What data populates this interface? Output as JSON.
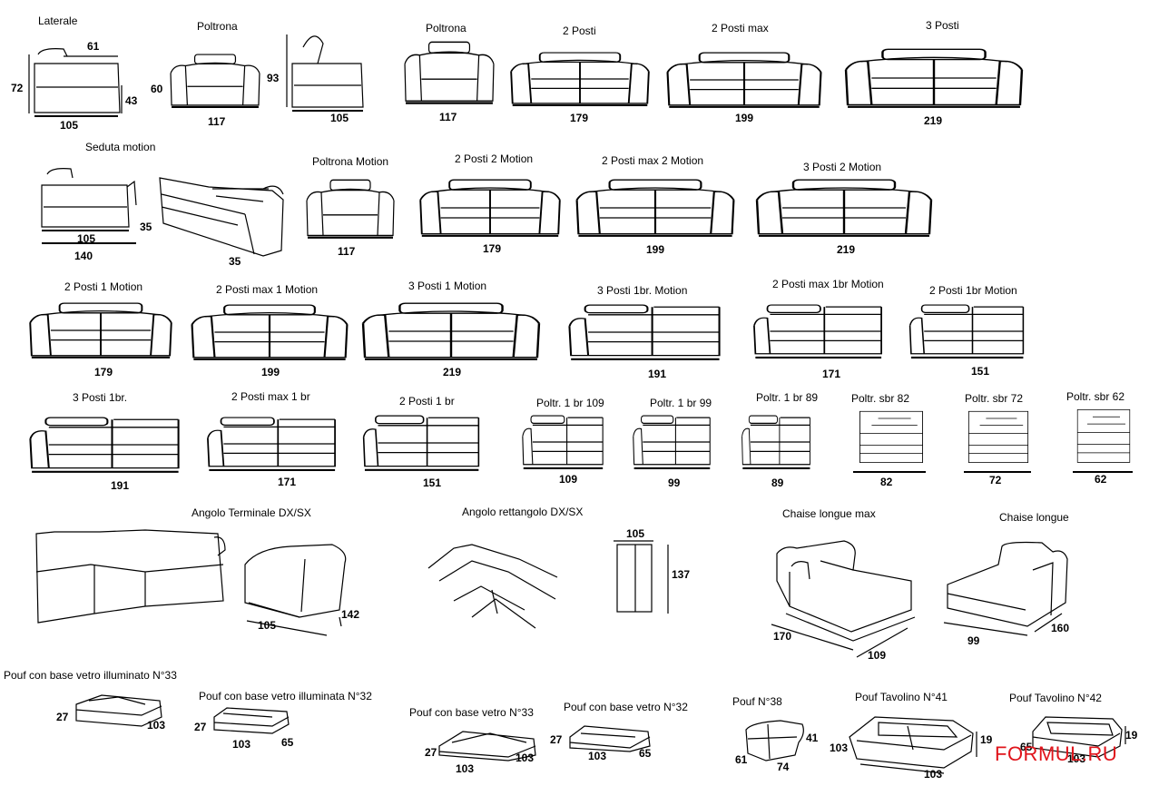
{
  "labels": [
    {
      "key": "laterale",
      "text": "Laterale"
    },
    {
      "key": "poltrona1",
      "text": "Poltrona"
    },
    {
      "key": "poltrona2",
      "text": "Poltrona"
    },
    {
      "key": "2posti",
      "text": "2 Posti"
    },
    {
      "key": "2postimax",
      "text": "2 Posti max"
    },
    {
      "key": "3posti",
      "text": "3 Posti"
    },
    {
      "key": "sedutamotion",
      "text": "Seduta motion"
    },
    {
      "key": "poltronamotion",
      "text": "Poltrona Motion"
    },
    {
      "key": "2p2m",
      "text": "2 Posti 2 Motion"
    },
    {
      "key": "2pm2m",
      "text": "2 Posti max 2 Motion"
    },
    {
      "key": "3p2m",
      "text": "3 Posti 2 Motion"
    },
    {
      "key": "2p1m",
      "text": "2 Posti 1 Motion"
    },
    {
      "key": "2pm1m",
      "text": "2 Posti max 1 Motion"
    },
    {
      "key": "3p1m",
      "text": "3 Posti 1 Motion"
    },
    {
      "key": "3p1brm",
      "text": "3 Posti 1br. Motion"
    },
    {
      "key": "2pm1brm",
      "text": "2 Posti max 1br Motion"
    },
    {
      "key": "2p1brm",
      "text": "2 Posti 1br Motion"
    },
    {
      "key": "3p1br",
      "text": "3 Posti 1br."
    },
    {
      "key": "2pm1br",
      "text": "2 Posti max 1 br"
    },
    {
      "key": "2p1br",
      "text": "2 Posti 1 br"
    },
    {
      "key": "p1br109",
      "text": "Poltr. 1 br 109"
    },
    {
      "key": "p1br99",
      "text": "Poltr. 1 br 99"
    },
    {
      "key": "p1br89",
      "text": "Poltr. 1 br 89"
    },
    {
      "key": "psbr82",
      "text": "Poltr. sbr 82"
    },
    {
      "key": "psbr72",
      "text": "Poltr. sbr 72"
    },
    {
      "key": "psbr62",
      "text": "Poltr. sbr 62"
    },
    {
      "key": "angterm",
      "text": "Angolo Terminale DX/SX"
    },
    {
      "key": "angrett",
      "text": "Angolo rettangolo DX/SX"
    },
    {
      "key": "chaisemax",
      "text": "Chaise longue max"
    },
    {
      "key": "chaise",
      "text": "Chaise longue"
    },
    {
      "key": "pouf33il",
      "text": "Pouf con base vetro illuminato N°33"
    },
    {
      "key": "pouf32il",
      "text": "Pouf  con  base vetro illuminata N°32"
    },
    {
      "key": "pouf33",
      "text": "Pouf con base vetro N°33"
    },
    {
      "key": "pouf32",
      "text": "Pouf  con  base vetro N°32"
    },
    {
      "key": "pouf38",
      "text": "Pouf N°38"
    },
    {
      "key": "tav41",
      "text": "Pouf Tavolino N°41"
    },
    {
      "key": "tav42",
      "text": "Pouf Tavolino N°42"
    }
  ],
  "dimensions": [
    "61",
    "72",
    "43",
    "105",
    "60",
    "117",
    "93",
    "105",
    "117",
    "179",
    "199",
    "219",
    "105",
    "35",
    "140",
    "35",
    "117",
    "179",
    "199",
    "219",
    "179",
    "199",
    "219",
    "191",
    "171",
    "151",
    "191",
    "171",
    "151",
    "109",
    "99",
    "89",
    "82",
    "72",
    "62",
    "105",
    "142",
    "105",
    "137",
    "170",
    "109",
    "99",
    "160",
    "27",
    "103",
    "27",
    "103",
    "65",
    "27",
    "103",
    "103",
    "27",
    "103",
    "65",
    "41",
    "61",
    "74",
    "103",
    "19",
    "103",
    "65",
    "19",
    "103"
  ],
  "watermark": "FORMUL.RU"
}
